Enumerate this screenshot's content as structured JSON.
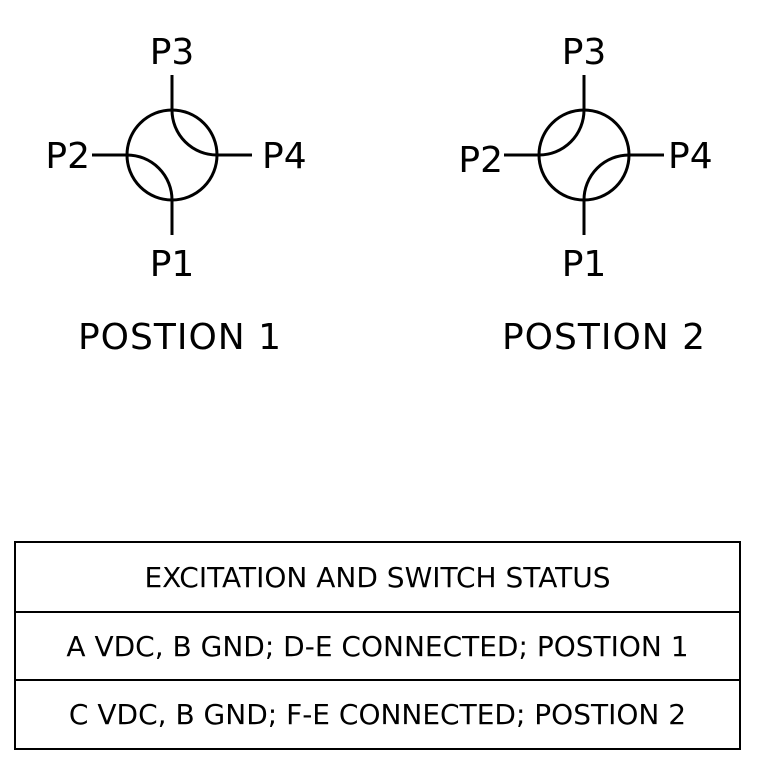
{
  "diagram": {
    "valve_position_1": {
      "ports": {
        "p1": "P1",
        "p2": "P2",
        "p3": "P3",
        "p4": "P4"
      },
      "caption": "POSTION 1"
    },
    "valve_position_2": {
      "ports": {
        "p1": "P1",
        "p2": "P2",
        "p3": "P3",
        "p4": "P4"
      },
      "caption": "POSTION 2"
    }
  },
  "status_table": {
    "header": "EXCITATION AND SWITCH STATUS",
    "rows": [
      "A VDC, B GND; D-E CONNECTED; POSTION 1",
      "C VDC, B GND; F-E CONNECTED; POSTION 2"
    ]
  }
}
